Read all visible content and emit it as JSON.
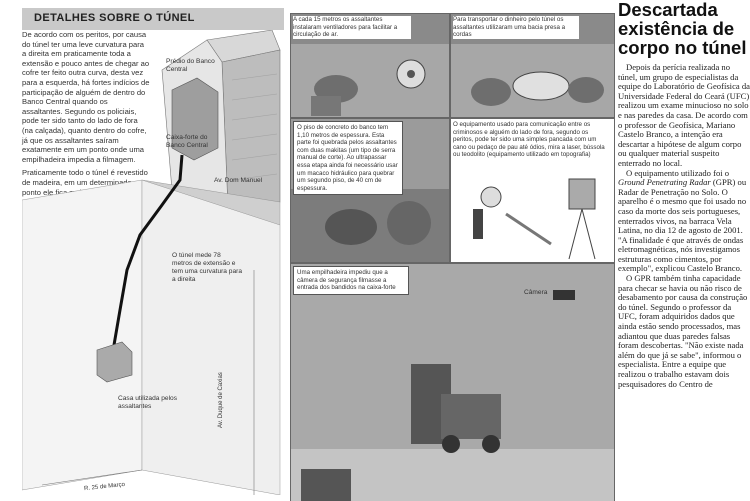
{
  "section": {
    "title": "DETALHES SOBRE O TÚNEL",
    "intro_p1": "De acordo com os peritos, por causa do túnel ter uma leve curvatura para a direita em praticamente toda a extensão e pouco antes de chegar ao cofre ter feito outra curva, desta vez para a esquerda, há fortes indícios de participação de alguém de dentro do Banco Central quando os assaltantes. Segundo os policiais, pode ter sido tanto do lado de fora (na calçada), quanto dentro do cofre, já que os assaltantes saíram exatamente em um ponto onde uma empilhadeira impedia a filmagem.",
    "intro_p2": "Praticamente todo o túnel é revestido de madeira, em um determinado ponto ele fica mais estreito, com cerca de 50 centímetros, e por isso foi colocado uma lona. Segundo a Polícia Federal, para que na passagem os assaltantes deslizassem mais facilmente. Em alguns pontos do túnel é possível uma pessoa de até 2 metros de altura passar com facilidade e em outros é necessário se arrastar. Mesmo assim, segundo a Polícia Federal, não há qualquer dificuldade para atravessá-lo."
  },
  "map_labels": {
    "predio": "Prédio do Banco Central",
    "caixa_forte": "Caixa-forte do Banco Central",
    "av_dom_manuel": "Av. Dom Manuel",
    "tunel": "O túnel mede 78 metros de extensão e tem uma curvatura para a direita",
    "casa": "Casa utilizada pelos assaltantes",
    "av_duque": "Av. Duque de Caxias",
    "r25": "R. 25 de Março"
  },
  "panels": {
    "vent": "A cada 15 metros os assaltantes instalaram ventiladores para facilitar a circulação de ar.",
    "bacia": "Para transportar o dinheiro pelo túnel os assaltantes utilizaram uma bacia presa a cordas",
    "piso": "O piso de concreto do banco tem 1,10 metros de espessura. Esta parte foi quebrada pelos assaltantes com duas makitas (um tipo de serra manual de corte). Ao ultrapassar essa etapa ainda foi necessário usar um macaco hidráulico para quebrar um segundo piso, de 40 cm de espessura.",
    "equip": "O equipamento usado para comunicação entre os criminosos e alguém do lado de fora, segundo os peritos, pode ter sido uma simples pancada com um cano ou pedaço de pau até ódios, mira a laser, bússola ou teodolito (equipamento utilizado em topografia)",
    "empilhadeira": "Uma empilhadeira impediu que a câmera de segurança filmasse a entrada dos bandidos na caixa-forte",
    "camera": "Câmera"
  },
  "article": {
    "headline": "Descartada existência de corpo no túnel",
    "p1": "Depois da perícia realizada no túnel, um grupo de especialistas da equipe do Laboratório de Geofísica da Universidade Federal do Ceará (UFC) realizou um exame minucioso no solo e nas paredes da casa. De acordo com o professor de Geofísica, Mariano Castelo Branco, a intenção era descartar a hipótese de algum corpo ou qualquer material suspeito enterrado no local.",
    "p2_a": "O equipamento utilizado foi o ",
    "p2_italic": "Ground Penetrating Radar",
    "p2_b": " (GPR) ou Radar de Penetração no Solo. O aparelho é o mesmo que foi usado no caso da morte dos seis portugueses, enterrados vivos, na barraca Vela Latina, no dia 12 de agosto de 2001. \"A finalidade é que através de ondas eletromagnéticas, nós investigamos estruturas como cimentos, por exemplo\", explicou Castelo Branco.",
    "p3": "O GPR também tinha capacidade para checar se havia ou não risco de desabamento por causa da construção do túnel. Segundo o professor da UFC, foram adquiridos dados que ainda estão sendo processados, mas adiantou que duas paredes falsas foram descobertas. \"Não existe nada além do que já se sabe\", informou o especialista. Entre a equipe que realizou o trabalho estavam dois pesquisadores do Centro de"
  }
}
